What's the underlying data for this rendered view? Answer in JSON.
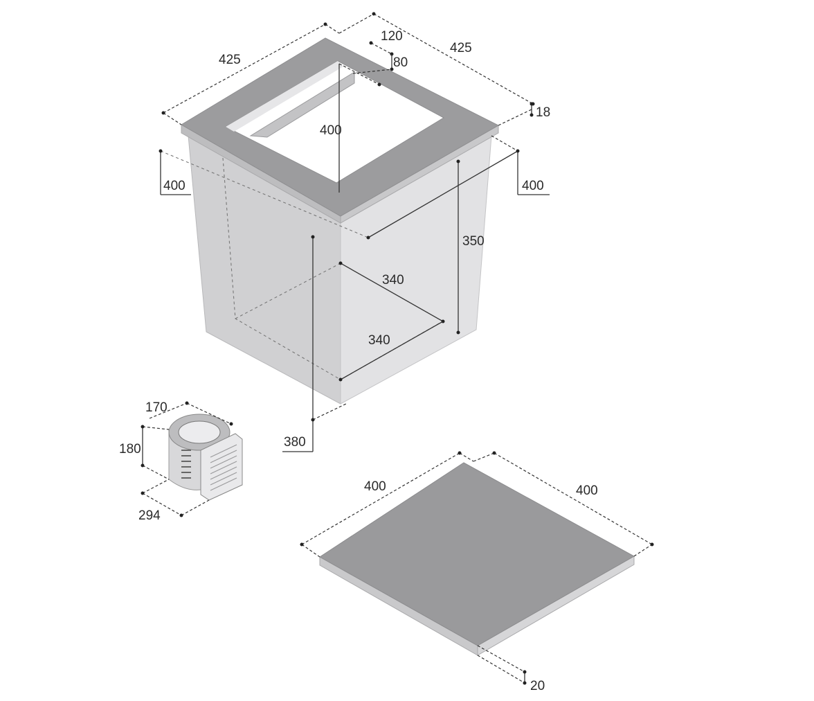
{
  "drawing": {
    "colors": {
      "background": "#ffffff",
      "frame_top": "#9c9c9e",
      "frame_edge": "#bdbdbf",
      "body_left": "#d0d0d2",
      "body_right": "#e2e2e4",
      "lid_top": "#9a9a9c",
      "lid_edge": "#c9c9cb",
      "line": "#333333"
    },
    "cabinet": {
      "frame_width_left": "425",
      "frame_width_right": "425",
      "rim_width": "120",
      "rim_height": "80",
      "frame_thickness": "18",
      "opening_depth": "400",
      "depth_left": "400",
      "depth_right": "400",
      "height": "350",
      "inner_width": "340",
      "inner_depth": "340",
      "total_height": "380"
    },
    "compressor": {
      "width": "170",
      "height": "180",
      "depth": "294"
    },
    "lid": {
      "width_left": "400",
      "width_right": "400",
      "thickness": "20"
    }
  }
}
